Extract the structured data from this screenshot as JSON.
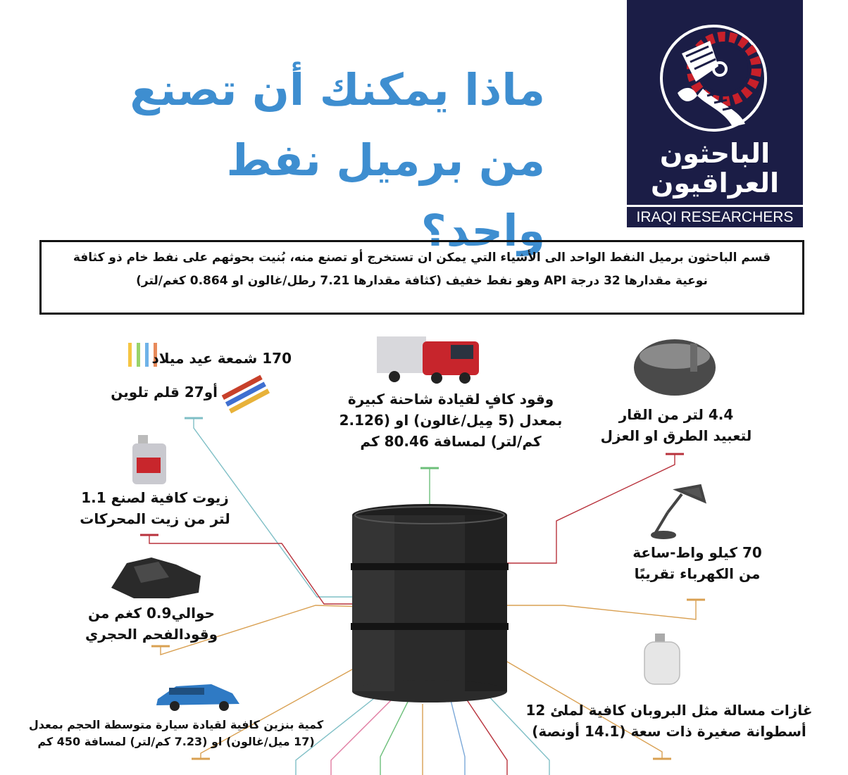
{
  "title": {
    "line1": "ماذا يمكنك أن تصنع",
    "line2": "من برميل نفط واحد؟"
  },
  "logo": {
    "arabic_line1": "الباحثون",
    "arabic_line2": "العراقيون",
    "english": "IRAQI RESEARCHERS"
  },
  "intro": {
    "text": "قسم الباحثون برميل النفط الواحد الى الأشياء التي يمكن ان تستخرج أو تصنع منه، بُنيت بحوثهم على نفط خام ذو كثافة نوعية مقدارها 32 درجة API وهو نفط خفيف (كثافة مقدارها 7.21 رطل/غالون او 0.864 كغم/لتر)"
  },
  "items": {
    "candles": {
      "line1": "170 شمعة عيد ميلاد",
      "line2": "أو27 قلم تلوين",
      "icon": "candles-crayons-icon"
    },
    "truck": {
      "line1": "وقود كافٍ لقيادة شاحنة كبيرة",
      "line2": "بمعدل (5 مِيل/غالون) او (2.126",
      "line3": "كم/لتر) لمسافة 80.46 كم",
      "icon": "truck-icon"
    },
    "asphalt": {
      "line1": "4.4 لتر من القار",
      "line2": "لتعبيد الطرق او العزل",
      "icon": "asphalt-icon"
    },
    "motor_oil": {
      "line1": "زيوت كافية لصنع 1.1",
      "line2": "لتر من زيت المحركات",
      "icon": "motor-oil-icon"
    },
    "electricity": {
      "line1": "70 كيلو واط-ساعة",
      "line2": "من الكهرباء تقريبًا",
      "icon": "desk-lamp-icon"
    },
    "coal": {
      "line1": "حوالي0.9 كغم من",
      "line2": "وقودالفحم الحجري",
      "icon": "coal-icon"
    },
    "propane": {
      "line1": "غازات مسالة مثل البروبان كافية لملئ 12",
      "line2": "أسطوانة صغيرة ذات سعة (14.1 أونصة)",
      "icon": "propane-cylinder-icon"
    },
    "car": {
      "line1": "كمية بنزين كافية لقيادة سيارة متوسطة الحجم بمعدل",
      "line2": "(17 ميل/غالون) او (7.23 كم/لتر) لمسافة 450 كم",
      "icon": "car-icon"
    }
  },
  "colors": {
    "title": "#3e8ed0",
    "logo_bg": "#1b1d46",
    "logo_gear": "#c8202a",
    "barrel": "#2b2b2b",
    "line_teal": "#7fbfc6",
    "line_green": "#6cbf7a",
    "line_red": "#b8323c",
    "line_orange": "#d9a052",
    "line_blue": "#7aa8d8"
  }
}
